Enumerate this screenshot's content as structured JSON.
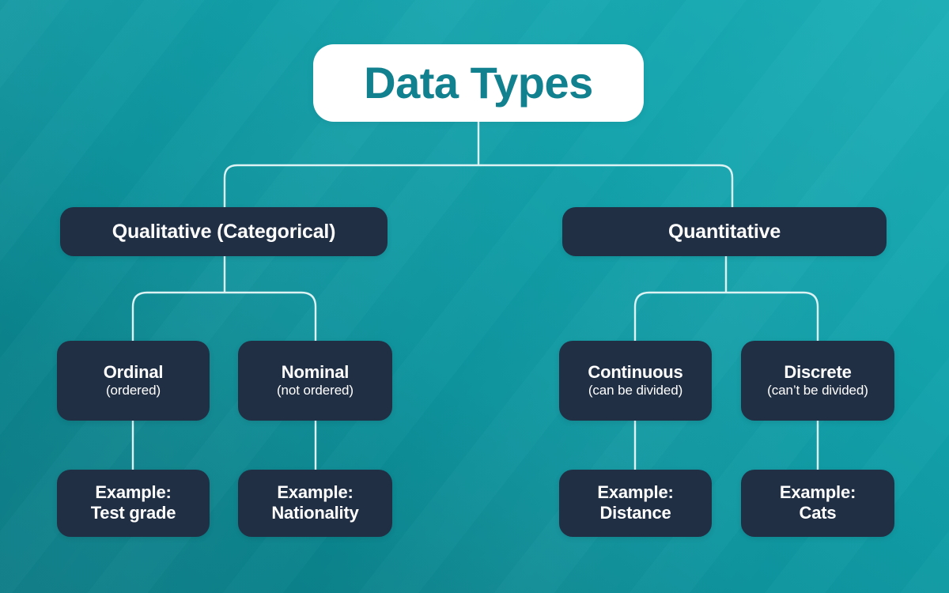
{
  "diagram": {
    "title": "Data Types",
    "colors": {
      "background_top": "#19AEB6",
      "background_bottom": "#0A7B85",
      "node_dark": "#212F45",
      "title_text": "#12818F",
      "connector": "#DCF2F3",
      "node_text": "#FFFFFF"
    },
    "root": {
      "label": "Data Types"
    },
    "branches": [
      {
        "label": "Qualitative (Categorical)",
        "children": [
          {
            "label": "Ordinal",
            "sub": "(ordered)",
            "example_line1": "Example:",
            "example_line2": "Test grade"
          },
          {
            "label": "Nominal",
            "sub": "(not ordered)",
            "example_line1": "Example:",
            "example_line2": "Nationality"
          }
        ]
      },
      {
        "label": "Quantitative",
        "children": [
          {
            "label": "Continuous",
            "sub": "(can be divided)",
            "example_line1": "Example:",
            "example_line2": "Distance"
          },
          {
            "label": "Discrete",
            "sub": "(can’t be divided)",
            "example_line1": "Example:",
            "example_line2": "Cats"
          }
        ]
      }
    ]
  }
}
